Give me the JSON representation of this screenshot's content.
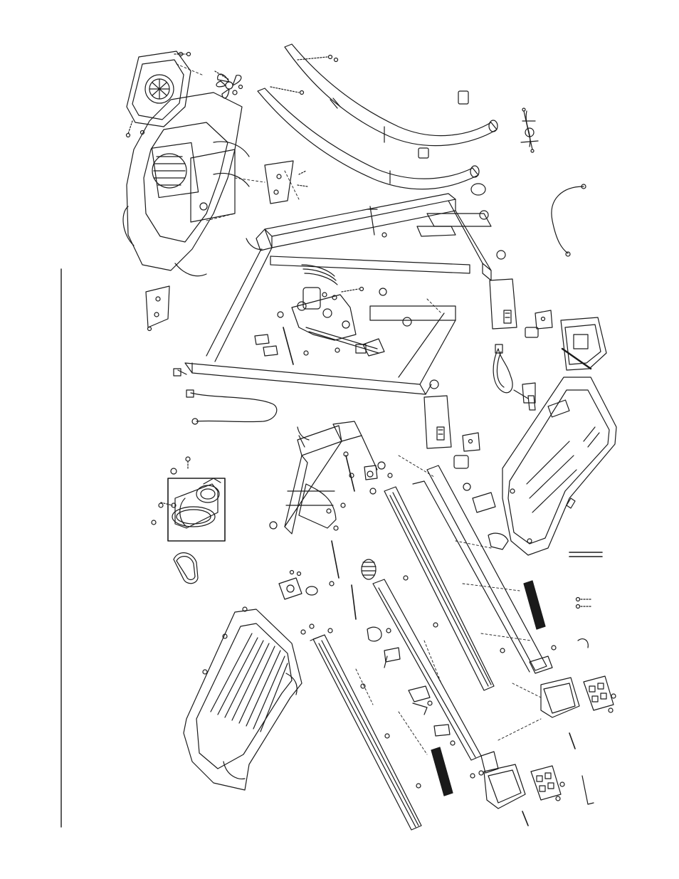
{
  "page": {
    "background": "#ffffff",
    "ink": "#1a1a1a"
  },
  "diagram": {
    "kind": "exploded-parts-view",
    "orientation": "rotated-90",
    "parts": [
      {
        "id": "console-back-panel",
        "icon": "grille-panel"
      },
      {
        "id": "fan-blade",
        "icon": "fan"
      },
      {
        "id": "console-housing",
        "icon": "console"
      },
      {
        "id": "handrail-upright",
        "icon": "tube"
      },
      {
        "id": "upright-frame",
        "icon": "frame"
      },
      {
        "id": "wire-harness",
        "icon": "wire"
      },
      {
        "id": "incline-motor",
        "icon": "motor"
      },
      {
        "id": "drive-motor",
        "icon": "motor"
      },
      {
        "id": "drive-belt",
        "icon": "belt"
      },
      {
        "id": "base-frame",
        "icon": "frame"
      },
      {
        "id": "front-roller",
        "icon": "roller"
      },
      {
        "id": "side-rail-left",
        "icon": "rail"
      },
      {
        "id": "side-rail-right",
        "icon": "rail"
      },
      {
        "id": "motor-hood",
        "icon": "hood"
      },
      {
        "id": "controller-board",
        "icon": "circuit-board"
      },
      {
        "id": "power-cord",
        "icon": "cord"
      },
      {
        "id": "rear-endcap-left",
        "icon": "endcap"
      },
      {
        "id": "rear-endcap-right",
        "icon": "endcap"
      },
      {
        "id": "foot-rail-strip",
        "icon": "strip"
      },
      {
        "id": "hex-key",
        "icon": "key"
      }
    ]
  }
}
